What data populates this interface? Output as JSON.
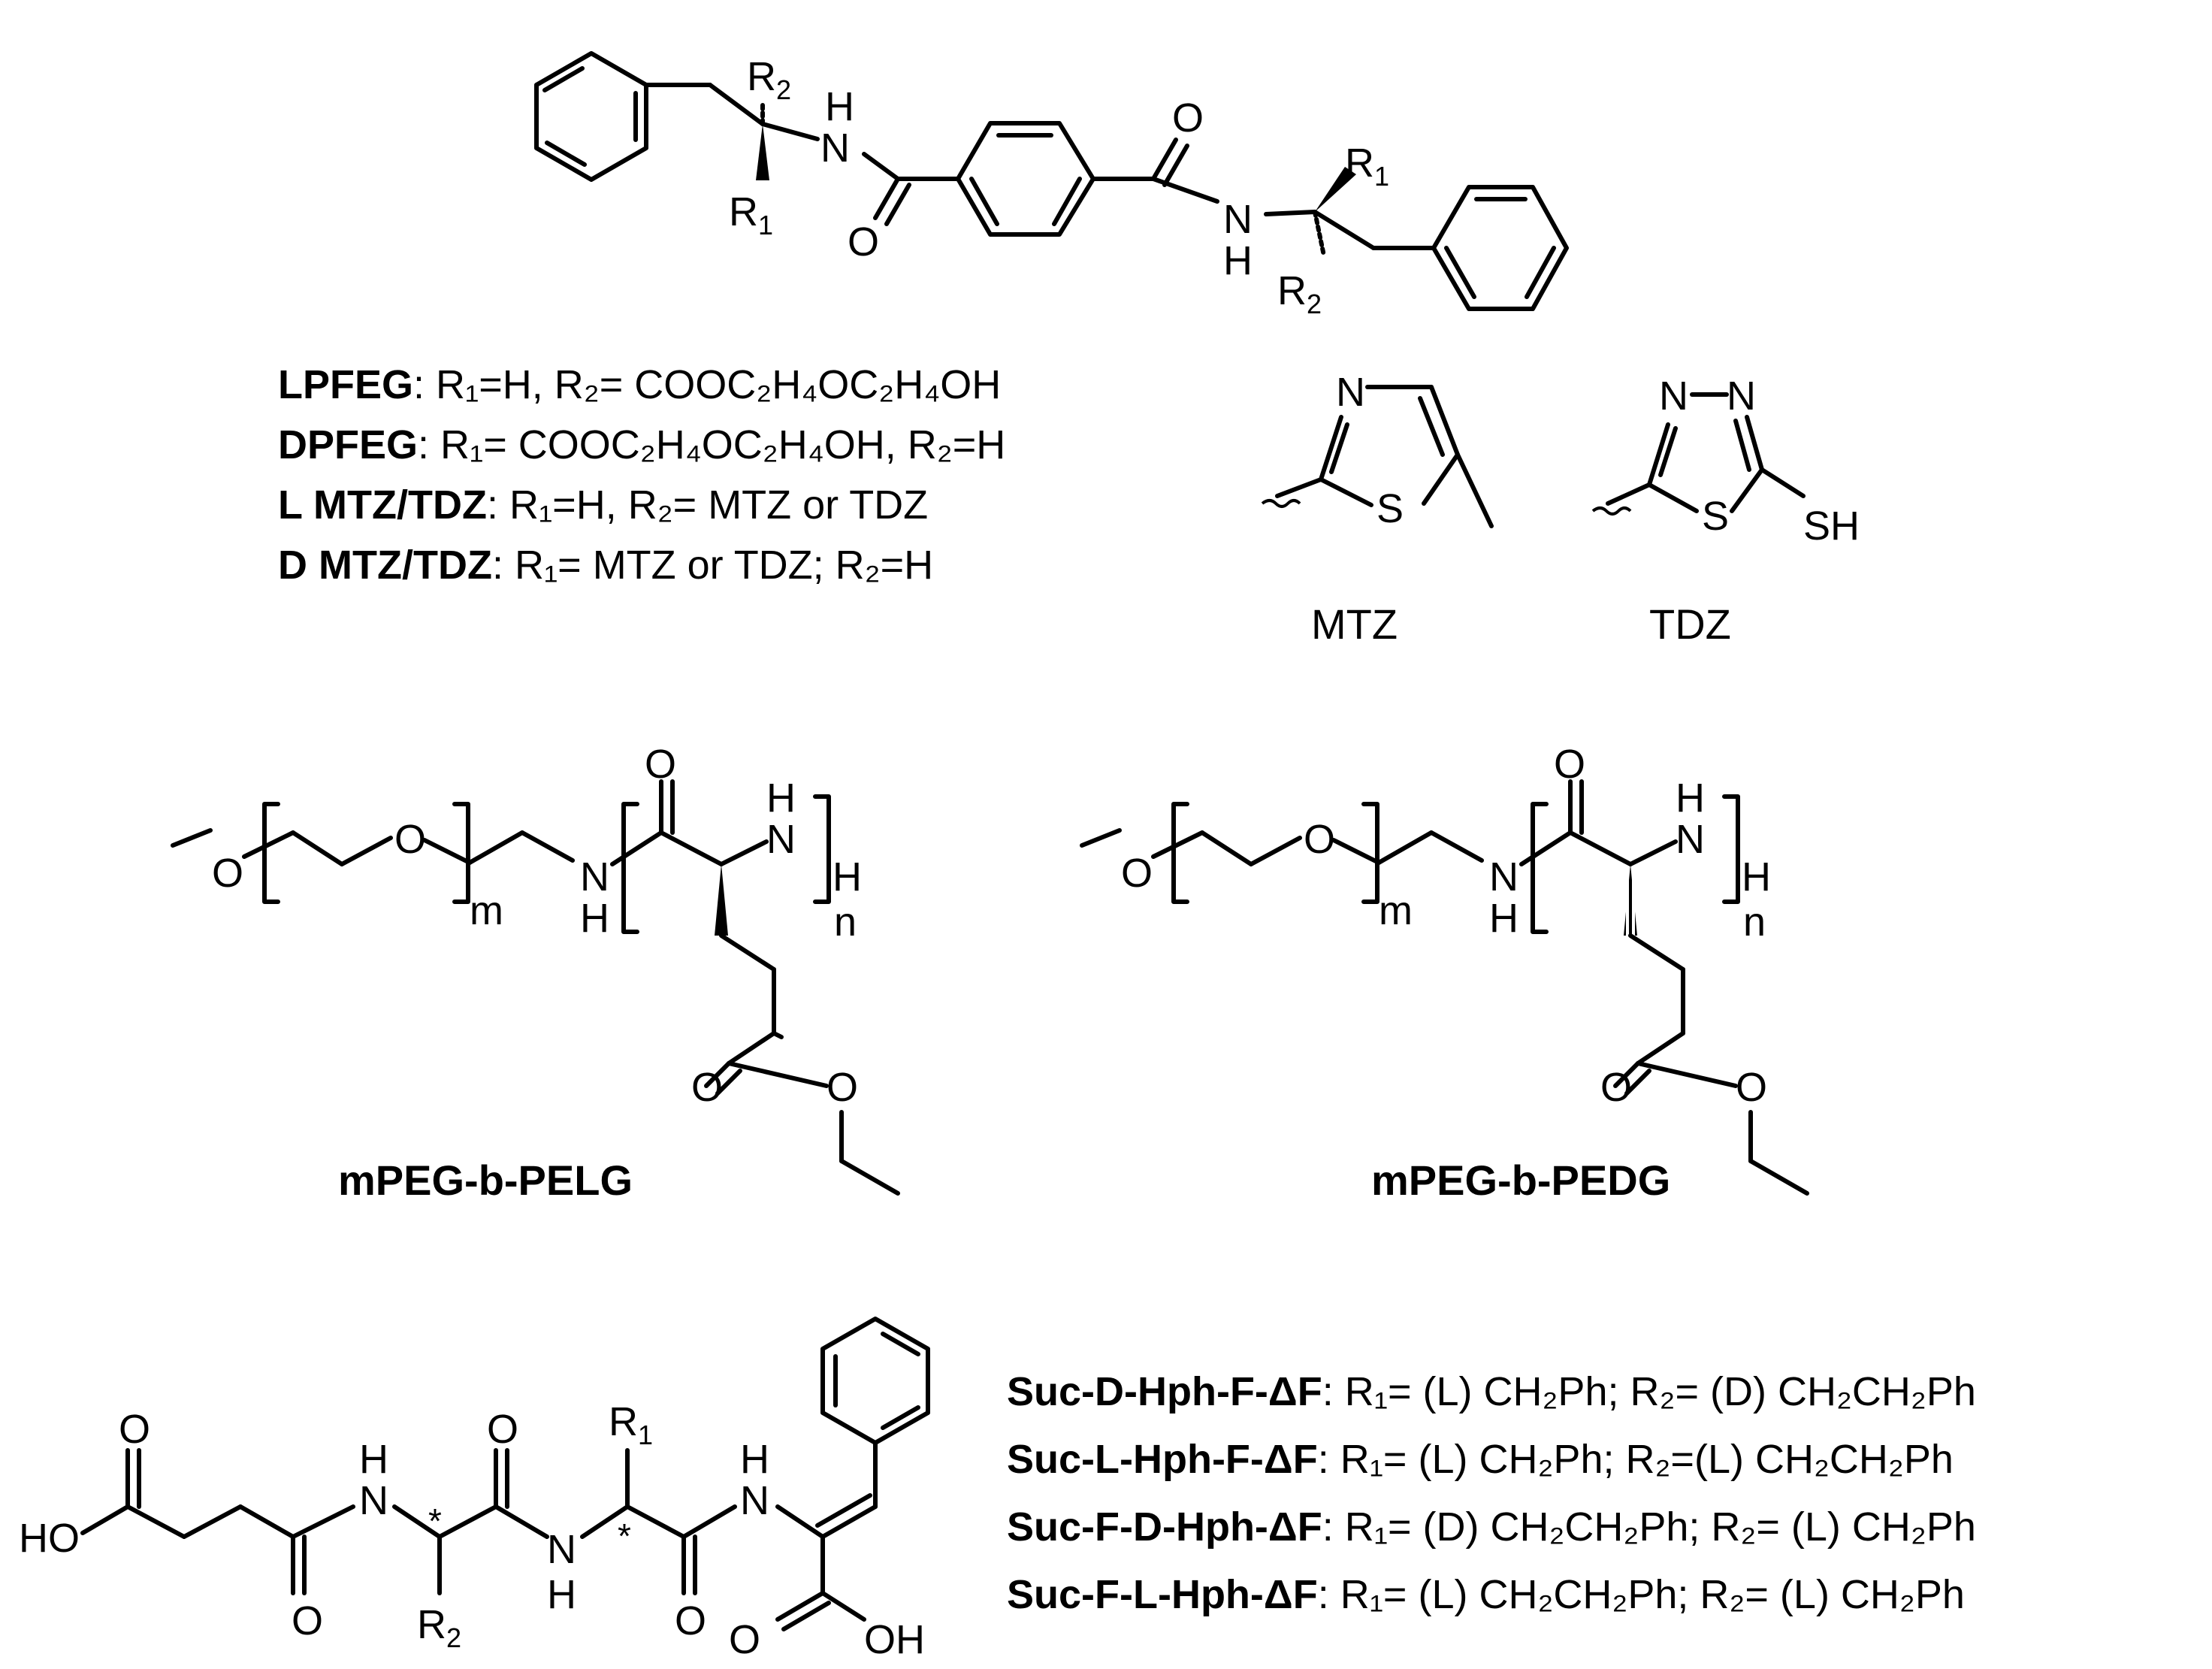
{
  "atoms": {
    "R": "R",
    "sub1": "1",
    "sub2": "2",
    "H": "H",
    "N": "N",
    "O": "O",
    "S": "S",
    "SH": "SH",
    "HO": "HO",
    "OH": "OH",
    "m": "m",
    "n": "n",
    "star": "*"
  },
  "legend_top": [
    {
      "name": "LPFEG",
      "desc": ": R₁=H, R₂= COOC₂H₄OC₂H₄OH"
    },
    {
      "name": "DPFEG",
      "desc": ": R₁= COOC₂H₄OC₂H₄OH, R₂=H"
    },
    {
      "name": "L MTZ/TDZ",
      "desc": ": R₁=H, R₂= MTZ or TDZ"
    },
    {
      "name": "D MTZ/TDZ",
      "desc": ": R₁= MTZ or TDZ; R₂=H"
    }
  ],
  "captions": {
    "mtz": "MTZ",
    "tdz": "TDZ",
    "pelg": "mPEG-b-PELG",
    "pedg": "mPEG-b-PEDG"
  },
  "legend_bottom": [
    {
      "name": "Suc-D-Hph-F-ΔF",
      "desc": ": R₁= (L) CH₂Ph; R₂= (D) CH₂CH₂Ph"
    },
    {
      "name": "Suc-L-Hph-F-ΔF",
      "desc": ": R₁= (L) CH₂Ph; R₂=(L) CH₂CH₂Ph"
    },
    {
      "name": "Suc-F-D-Hph-ΔF",
      "desc": ": R₁= (D) CH₂CH₂Ph; R₂= (L) CH₂Ph"
    },
    {
      "name": "Suc-F-L-Hph-ΔF",
      "desc": ": R₁= (L) CH₂CH₂Ph; R₂= (L) CH₂Ph"
    }
  ]
}
